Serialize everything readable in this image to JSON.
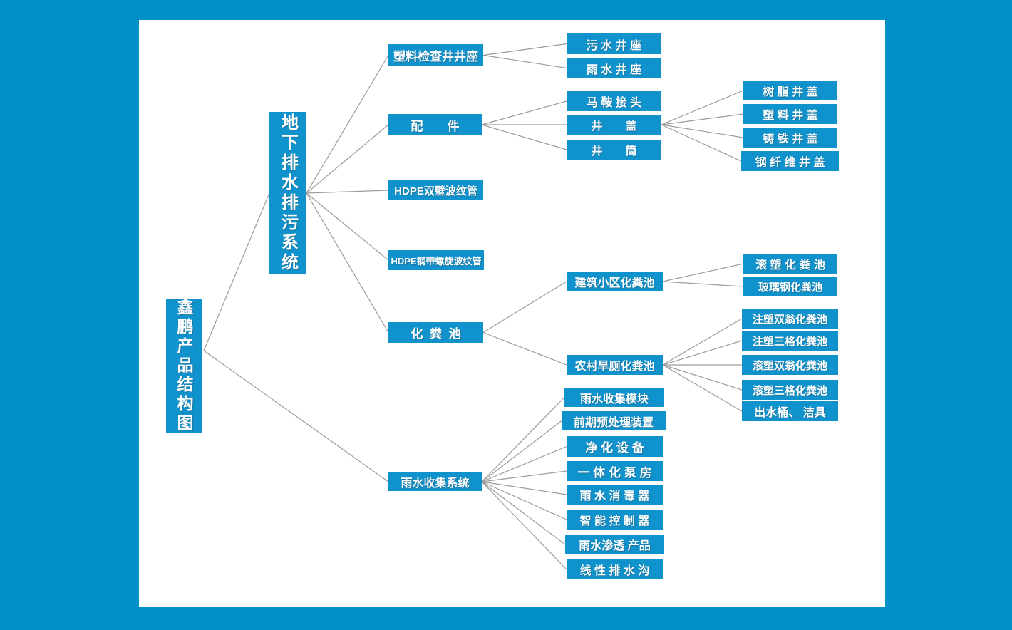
{
  "diagram": {
    "title": "鑫鹏产品结构图",
    "colors": {
      "background": "#0090c8",
      "panel": "#ffffff",
      "node_fill": "#1092cc",
      "node_text": "#ffffff",
      "connector": "#9c9c9c"
    },
    "nodes": [
      {
        "id": "root",
        "label": "鑫鹏产品结构图"
      },
      {
        "id": "sys1",
        "label": "地下排水排污系统"
      },
      {
        "id": "sys2",
        "label": "雨水收集系统"
      },
      {
        "id": "jz",
        "label": "塑料检查井井座"
      },
      {
        "id": "pj",
        "label": "配　　件"
      },
      {
        "id": "hd1",
        "label": "HDPE双壁波纹管"
      },
      {
        "id": "hd2",
        "label": "HDPE钢带螺旋波纹管"
      },
      {
        "id": "hf",
        "label": "化  粪  池"
      },
      {
        "id": "ws",
        "label": "污 水 井 座"
      },
      {
        "id": "ys",
        "label": "雨 水 井 座"
      },
      {
        "id": "ma",
        "label": "马 鞍 接 头"
      },
      {
        "id": "jg",
        "label": "井　　盖"
      },
      {
        "id": "jt",
        "label": "井　　筒"
      },
      {
        "id": "sz",
        "label": "树 脂 井 盖"
      },
      {
        "id": "sl",
        "label": "塑 料 井 盖"
      },
      {
        "id": "zt",
        "label": "铸 铁 井 盖"
      },
      {
        "id": "gxw",
        "label": "钢 纤 维 井 盖"
      },
      {
        "id": "jzxq",
        "label": "建筑小区化粪池"
      },
      {
        "id": "nchc",
        "label": "农村旱厕化粪池"
      },
      {
        "id": "gs",
        "label": "滚 塑 化 粪 池"
      },
      {
        "id": "blg",
        "label": "玻璃钢化粪池"
      },
      {
        "id": "zs2",
        "label": "注塑双翁化粪池"
      },
      {
        "id": "zs3",
        "label": "注塑三格化粪池"
      },
      {
        "id": "gs2",
        "label": "滚塑双翁化粪池"
      },
      {
        "id": "gs3",
        "label": "滚塑三格化粪池"
      },
      {
        "id": "cst",
        "label": "出水桶、 洁具"
      },
      {
        "id": "r1",
        "label": "雨水收集模块"
      },
      {
        "id": "r2",
        "label": "前期预处理装置"
      },
      {
        "id": "r3",
        "label": "净 化 设 备"
      },
      {
        "id": "r4",
        "label": "一 体 化 泵 房"
      },
      {
        "id": "r5",
        "label": "雨 水 消 毒 器"
      },
      {
        "id": "r6",
        "label": "智 能 控 制 器"
      },
      {
        "id": "r7",
        "label": "雨水渗透 产品"
      },
      {
        "id": "r8",
        "label": "线 性 排 水 沟"
      }
    ],
    "edges": [
      [
        "root",
        "sys1"
      ],
      [
        "root",
        "sys2"
      ],
      [
        "sys1",
        "jz"
      ],
      [
        "sys1",
        "pj"
      ],
      [
        "sys1",
        "hd1"
      ],
      [
        "sys1",
        "hd2"
      ],
      [
        "sys1",
        "hf"
      ],
      [
        "jz",
        "ws"
      ],
      [
        "jz",
        "ys"
      ],
      [
        "pj",
        "ma"
      ],
      [
        "pj",
        "jg"
      ],
      [
        "pj",
        "jt"
      ],
      [
        "jg",
        "sz"
      ],
      [
        "jg",
        "sl"
      ],
      [
        "jg",
        "zt"
      ],
      [
        "jg",
        "gxw"
      ],
      [
        "hf",
        "jzxq"
      ],
      [
        "hf",
        "nchc"
      ],
      [
        "jzxq",
        "gs"
      ],
      [
        "jzxq",
        "blg"
      ],
      [
        "nchc",
        "zs2"
      ],
      [
        "nchc",
        "zs3"
      ],
      [
        "nchc",
        "gs2"
      ],
      [
        "nchc",
        "gs3"
      ],
      [
        "nchc",
        "cst"
      ],
      [
        "sys2",
        "r1"
      ],
      [
        "sys2",
        "r2"
      ],
      [
        "sys2",
        "r3"
      ],
      [
        "sys2",
        "r4"
      ],
      [
        "sys2",
        "r5"
      ],
      [
        "sys2",
        "r6"
      ],
      [
        "sys2",
        "r7"
      ],
      [
        "sys2",
        "r8"
      ]
    ]
  }
}
